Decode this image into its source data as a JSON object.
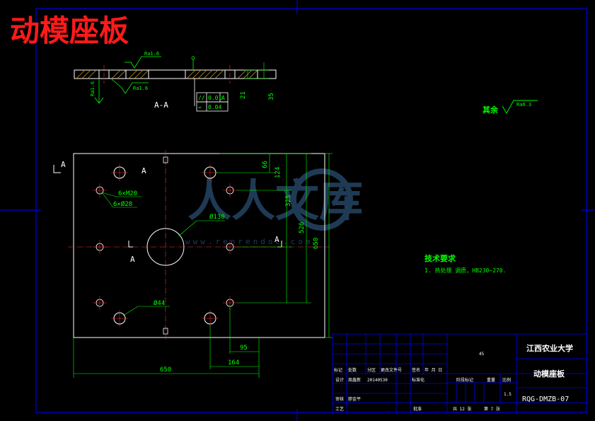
{
  "drawing_title": "动模座板",
  "watermark": {
    "cn": "人人文库",
    "url": "www.renrendoc.com"
  },
  "section_label": "A-A",
  "surface_finish": {
    "top": "Ra1.6",
    "left": "Ra1.6",
    "mid": "Ra1.6",
    "others_label": "其余",
    "others_value": "Ra6.3"
  },
  "tolerance_frame": {
    "row1_sym": "//",
    "row1_val": "0.01",
    "row1_ref": "A",
    "row2_sym": "▱",
    "row2_val": "0.04"
  },
  "section_dims": {
    "d21": "21",
    "d35": "35"
  },
  "view_labels": {
    "a_left": "A",
    "a_hole": "A",
    "a_right": "A",
    "a_center": "A"
  },
  "hole_labels": {
    "thread": "6×M20",
    "cbore": "6×Ø28",
    "center": "Ø130",
    "guide": "Ø44"
  },
  "dims": {
    "d66": "66",
    "d124": "124",
    "d325": "325",
    "d526": "526",
    "d650v": "650",
    "d95": "95",
    "d164": "164",
    "d650h": "650"
  },
  "tech_req": {
    "title": "技术要求",
    "line1": "1. 热处理  调质，HB230~270."
  },
  "title_block": {
    "school": "江西农业大学",
    "part_name": "动模座板",
    "drawing_no": "RQG-DMZB-07",
    "material": "45",
    "scale_val": "1.5",
    "sheets": "共 12 张",
    "sheet": "第 7 张",
    "h_mark": "标记",
    "h_count": "处数",
    "h_zone": "分区",
    "h_doc": "更改文件号",
    "h_sign": "签名",
    "h_date": "年 月 日",
    "r_design": "设计",
    "designer": "周鑫新",
    "design_date": "20140530",
    "r_std": "标准化",
    "r_check": "审核",
    "checker": "廖金平",
    "r_proc": "工艺",
    "r_approve": "批准",
    "stage": "阶段标记",
    "weight": "重量",
    "scale": "比例"
  }
}
